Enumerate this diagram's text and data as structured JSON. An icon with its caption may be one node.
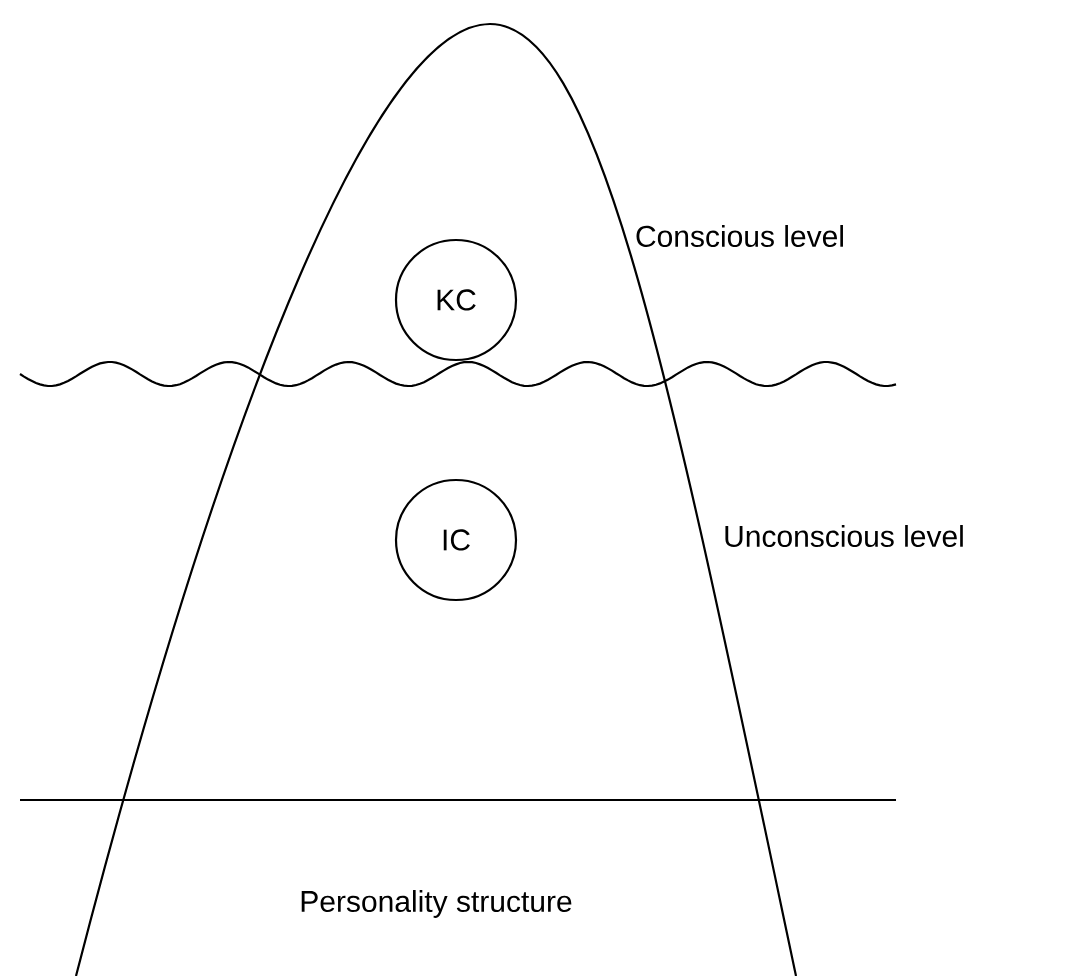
{
  "diagram": {
    "nodes": [
      {
        "text": [
          "KC"
        ]
      },
      {
        "text": [
          "IC"
        ]
      }
    ],
    "labels": [
      "Conscious level",
      "Unconscious level",
      "Personality structure"
    ]
  }
}
